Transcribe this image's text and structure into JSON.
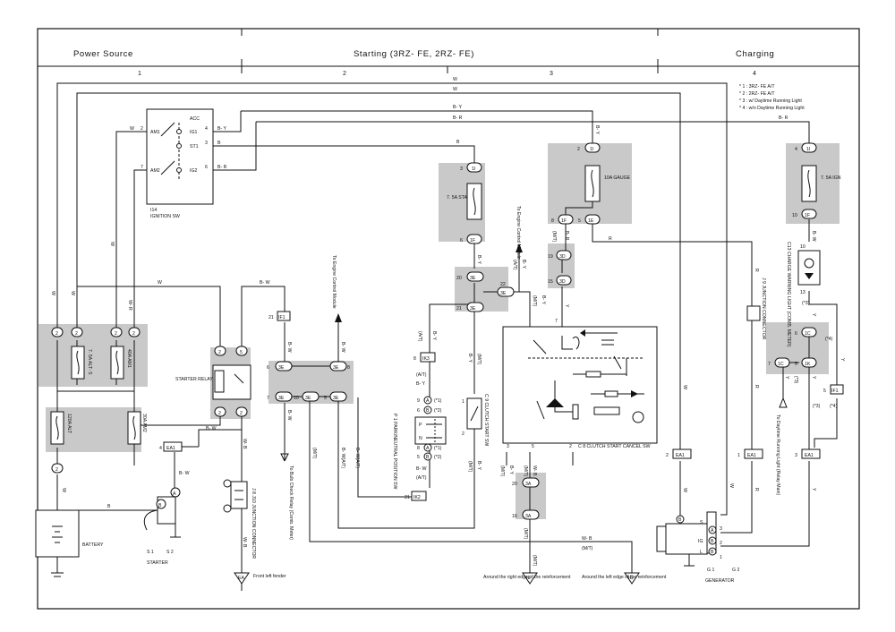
{
  "header": {
    "power_source": "Power Source",
    "starting": "Starting (3RZ- FE, 2RZ- FE)",
    "charging": "Charging",
    "col1": "1",
    "col2": "2",
    "col3": "3",
    "col4": "4"
  },
  "notes": [
    "* 1 : 3RZ- FE A/T",
    "* 2 : 2RZ- FE A/T",
    "* 3 : w/ Daytime Running Light",
    "* 4 : w/o Daytime Running Light"
  ],
  "ignition": {
    "title": "I14",
    "name": "IGNITION SW",
    "acc": "ACC",
    "ig1": "IG1",
    "st1": "ST1",
    "ig2": "IG2",
    "am1": "AM1",
    "am2": "AM2",
    "p4": "4",
    "p2": "2",
    "p3": "3",
    "p6": "6",
    "p7": "7",
    "p2b": "2"
  },
  "fuses": {
    "alts": "7. 5A ALT- S",
    "am1": "40A AM1",
    "alt": "120A ALT",
    "am2": "30A AM2",
    "sta": "7. 5A STA",
    "gauge": "10A GAUGE",
    "ign": "7. 5A IGN"
  },
  "wires": {
    "w": "W",
    "by": "B- Y",
    "br": "B- R",
    "b": "B",
    "wr": "W- R",
    "bw": "B- W",
    "wb": "W- B",
    "r": "R",
    "y": "Y",
    "bwat": "B- W(A/T)"
  },
  "labels": {
    "starter_relay": "STARTER RELAY",
    "battery": "BATTERY",
    "starter": "STARTER",
    "starter_conn": "S 1",
    "starter_conn2": "S 2",
    "jct": "J 8 J10 JUNCTION CONNECTOR",
    "jct2": "J 9 JUNCTION CONNECTOR",
    "front_fender": "Front left fender",
    "to_bulb": "To Bulb Check Relay (Comb. Meter)",
    "to_ecm1": "To Engine Control Module",
    "to_ecm2": "To Engine Control Module",
    "park_sw": "P 1 PARK/NEUTRAL POSITION SW",
    "clutch_sw": "C 9 CLUTCH START SW",
    "clutch_cancel": "C 8 CLUTCH START CANCEL SW",
    "charge_light": "C13 CHARGE WARNING LIGHT (COMB. METER)",
    "to_drl": "To Daytime Running Light (Relay Main)",
    "right_edge": "Around the right edge of the reinforcement",
    "left_edge": "Around the left edge of the reinforcement",
    "generator": "GENERATOR",
    "gen_conn": "G 1",
    "gen_conn2": "G 2",
    "mt": "(M/T)",
    "at": "(A/T)",
    "ea": "EA",
    "ie": "IE",
    "ig": "IG",
    "ea1": "EA1",
    "if1": "IF1",
    "ik2": "IK2",
    "ik3": "IK3",
    "c1": "1",
    "c2": "2",
    "c3": "3",
    "c5": "5",
    "c7": "7",
    "c8": "8",
    "c9": "9",
    "c10": "10",
    "c13": "13",
    "c14": "14",
    "c15": "15",
    "c16": "16",
    "c19": "19",
    "c20": "20",
    "c21": "21",
    "c22": "22",
    "x3e": "3E",
    "x1i": "1I",
    "x1f": "1F",
    "x3d": "3D",
    "x3a": "3A",
    "x1e": "1E",
    "x1c": "1C",
    "x1k": "1K",
    "n6": "6",
    "n4": "4",
    "p": "P",
    "n": "N",
    "a": "A",
    "b": "B",
    "s": "S",
    "l": "L",
    "star1": "(*1)",
    "star2": "(*2)",
    "star3": "(*3)",
    "star4": "(*4)"
  }
}
